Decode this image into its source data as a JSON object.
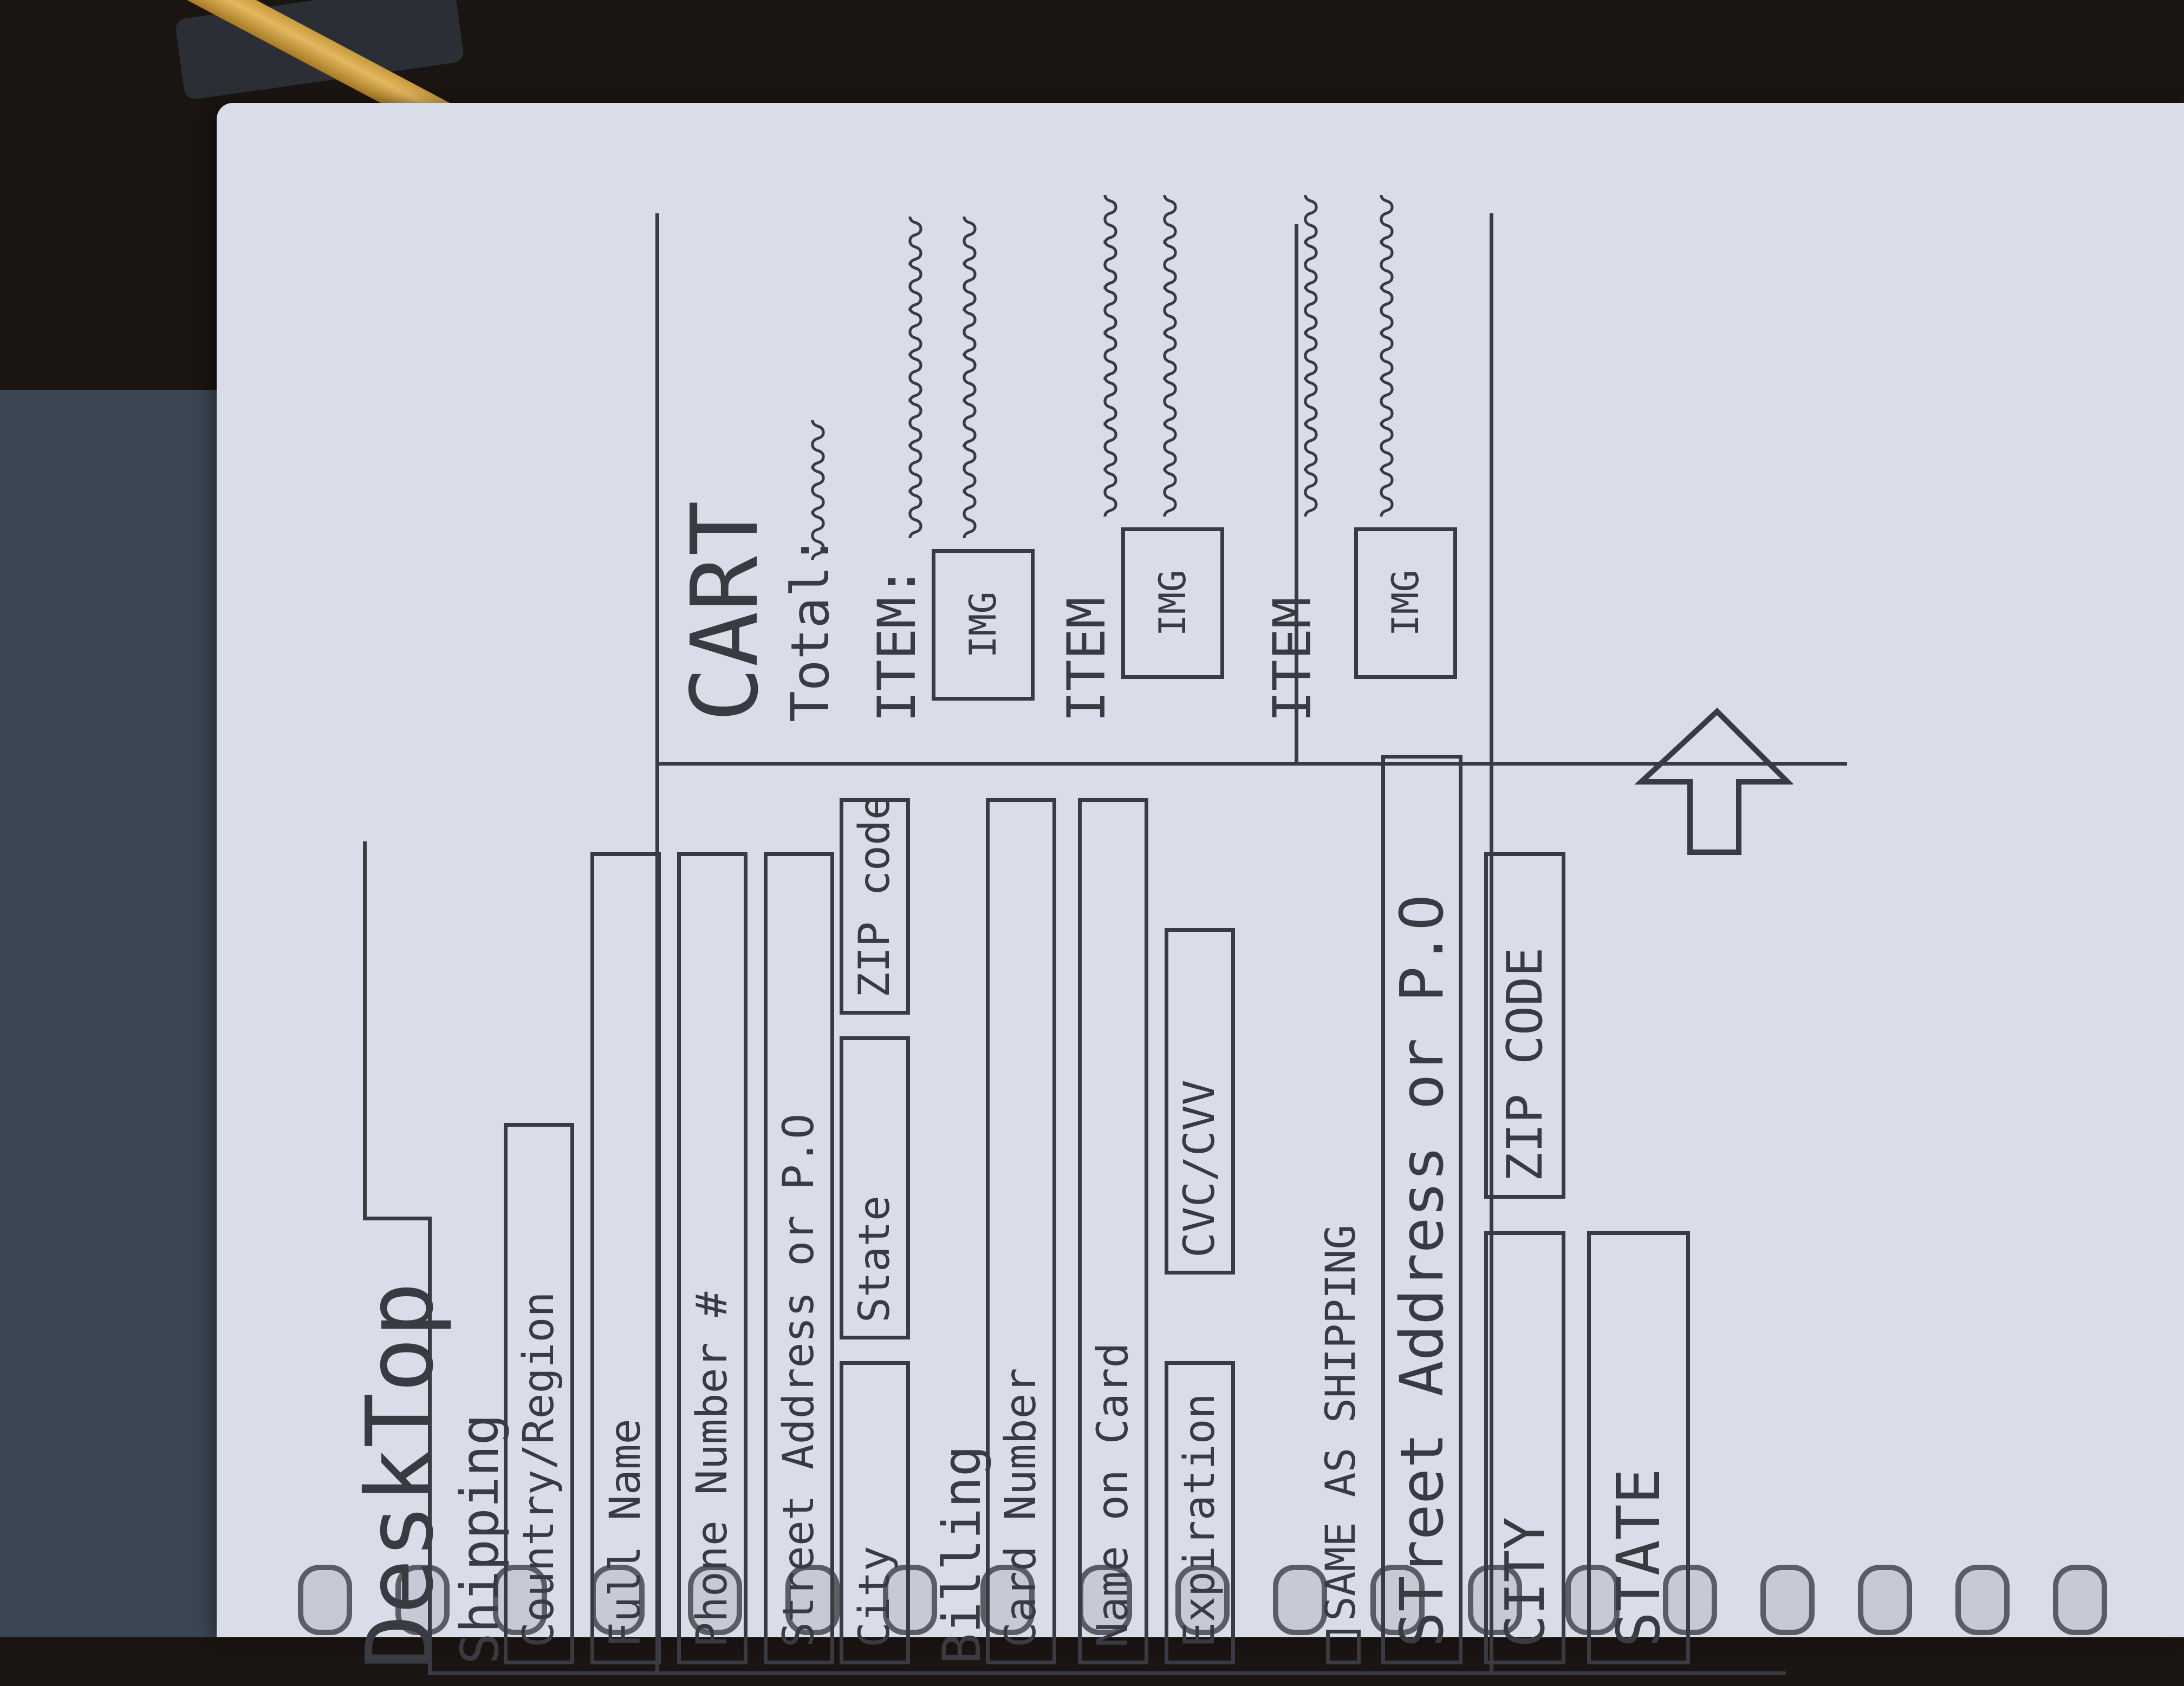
{
  "page_title": "DeskTop",
  "shipping": {
    "heading": "Shipping",
    "country": "Country/Region",
    "full_name": "Full Name",
    "phone": "Phone Number #",
    "street": "Street Address or P.O",
    "city": "City",
    "state": "State",
    "zip": "ZIP code"
  },
  "billing": {
    "heading": "Billing",
    "card_number": "Card Number",
    "name_on_card": "Name on Card",
    "expiration": "Expiration",
    "cvc": "CVC/CVV",
    "same_as_shipping": "SAME AS SHIPPING",
    "street": "STreet Address or P.O",
    "zip": "ZIP CODE",
    "city": "CITY",
    "state": "STATE"
  },
  "cart": {
    "heading": "CART",
    "total_label": "Total:",
    "items": [
      {
        "label": "ITEM:",
        "img": "IMG"
      },
      {
        "label": "ITEM",
        "img": "IMG"
      },
      {
        "label": "ITEM",
        "img": "IMG"
      }
    ]
  }
}
